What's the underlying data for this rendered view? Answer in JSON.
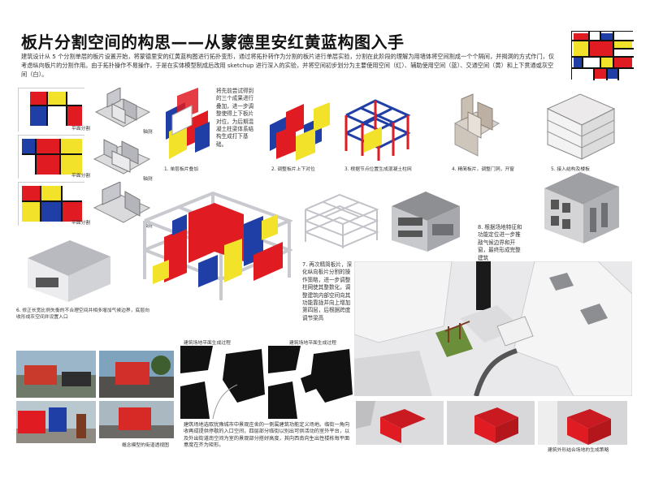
{
  "title": "板片分割空间的构思——从蒙德里安红黄蓝构图入手",
  "intro": "建筑设计从 5 个分割单层的板片设置开始，将蒙德里安的红黄蓝构图进行拓扑变形，通过将拓扑转作为分割的板片进行单层实验，分割在此阶段的理解为用墙体将空间割成一个个隔间，并揭洞的方式作门，仅考虑纵向板片的分割作用。由于拓扑操作不易操作，于是在实体模型制成后改用 sketchup 进行深入的实验，并将空间初步划分为主要使用空间（红）、辅助使用空间（蓝）、交通空间（黄）和上下贯通或灰空间（白）。",
  "left_tags": [
    "平面分割",
    "轴测",
    "平面分割",
    "轴测",
    "平面分割",
    "轴测"
  ],
  "steps": {
    "s1": "1. 单层板片叠加",
    "s2": "2. 调整板片上下对位",
    "s3": "3. 根据节点位置生成混凝土柱网",
    "s4": "4. 精简板片，调整门洞，开窗",
    "s5": "5. 接入结构及楼板",
    "s6": "6. 修正长宽比例失衡的不合理空间并相多增加气候边界，底层向收形成灰空间并设置入口",
    "s7": "7. 再次精简板片，深化纵向板片分割的操作策略，进一步调整柱网使其整数化，调整建筑内部空间向其功能靠拢并向上增加第四层，后根据跨度调节梁高",
    "s8": "8. 根据场地特征和功能定位进一步推敲气候边界和开窗，最终形成完整建筑"
  },
  "note_top": "将先前尝试得到的三个成果进行叠加，进一步调整使得上下板片对位，为后期混凝土柱梁体系结构生成打下基础。",
  "site_cap_1": "建筑场地平面生成过程",
  "site_cap_2": "建筑场地平面生成过程",
  "site_text": "建筑场地选取犹豫城市中景观庄舍的一侧属建筑功能定义场地。临街一角向收再成提供停歇的入口空间，四层部分临街以别出可供活动的室外平台，以及外出街道南空间为室的景观部分搭好高度，其向西南向生出性楼栋每平面意度在齐为矩形。",
  "photo_cap": "概念模型的街道透视图",
  "render_cap": "建筑外形结合场地的生成策略",
  "colors": {
    "red": "#e01b22",
    "yellow": "#f2e22a",
    "blue": "#1f3fa6",
    "black": "#111111"
  }
}
